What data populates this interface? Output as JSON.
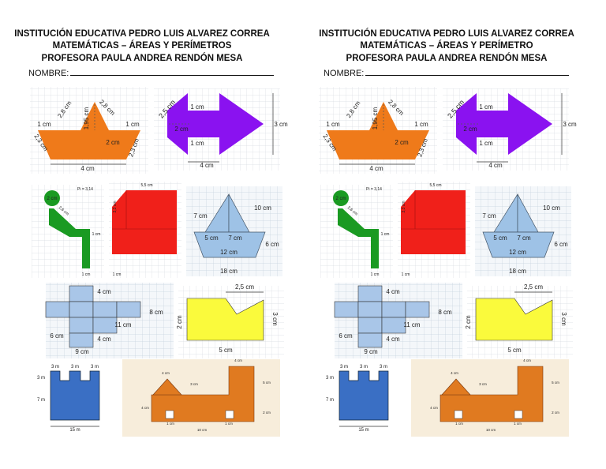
{
  "sheets": [
    {
      "header": {
        "line1": "INSTITUCIÓN EDUCATIVA PEDRO LUIS ALVAREZ CORREA",
        "line2": "MATEMÁTICAS – ÁREAS Y PERÍMETROS",
        "line3": "PROFESORA PAULA ANDREA RENDÓN MESA",
        "name_label": "NOMBRE:"
      }
    },
    {
      "header": {
        "line1": "INSTITUCIÓN EDUCATIVA PEDRO LUIS ALVAREZ CORREA",
        "line2": "MATEMÁTICAS – ÁREAS Y PERÍMETRO",
        "line3": "PROFESORA PAULA ANDREA RENDÓN MESA",
        "name_label": "NOMBRE:"
      }
    }
  ],
  "figures": {
    "pentagon": {
      "color": "#ef7a1a",
      "labels": [
        "2,8 cm",
        "2,8 cm",
        "1,95 cm",
        "1 cm",
        "1 cm",
        "2,3 cm",
        "2,3 cm",
        "2 cm",
        "4 cm"
      ]
    },
    "arrow": {
      "color": "#8a12f0",
      "labels": [
        "2,5 cm",
        "1 cm",
        "2 cm",
        "1 cm",
        "3 cm",
        "4 cm"
      ]
    },
    "person": {
      "color": "#1a9a22",
      "labels": [
        "2 cm",
        "Pi = 3,14",
        "2,6 cm",
        "1 cm",
        "1 cm"
      ]
    },
    "prism": {
      "color": "#f0201a",
      "labels": [
        "5,5 cm",
        "3,3 cm",
        "1 cm"
      ]
    },
    "boat": {
      "color": "#9ec2e6",
      "labels": [
        "7 cm",
        "10 cm",
        "5 cm",
        "7 cm",
        "6 cm",
        "12 cm",
        "18 cm"
      ]
    },
    "cross": {
      "color": "#a9c6e8",
      "labels": [
        "4 cm",
        "8 cm",
        "11 cm",
        "6 cm",
        "4 cm",
        "9 cm"
      ]
    },
    "yellow": {
      "color": "#fafa3c",
      "labels": [
        "2,5 cm",
        "2 cm",
        "3 cm",
        "5 cm"
      ]
    },
    "castle": {
      "color": "#3a6fc4",
      "labels": [
        "3 m",
        "3 m",
        "3 m",
        "3 m",
        "7 m",
        "15 m"
      ]
    },
    "house": {
      "color": "#e07a20",
      "labels": [
        "4 cm",
        "3 cm",
        "4 cm",
        "5 cm",
        "4 cm",
        "2 cm",
        "1 cm",
        "1 cm",
        "10 cm"
      ]
    }
  }
}
